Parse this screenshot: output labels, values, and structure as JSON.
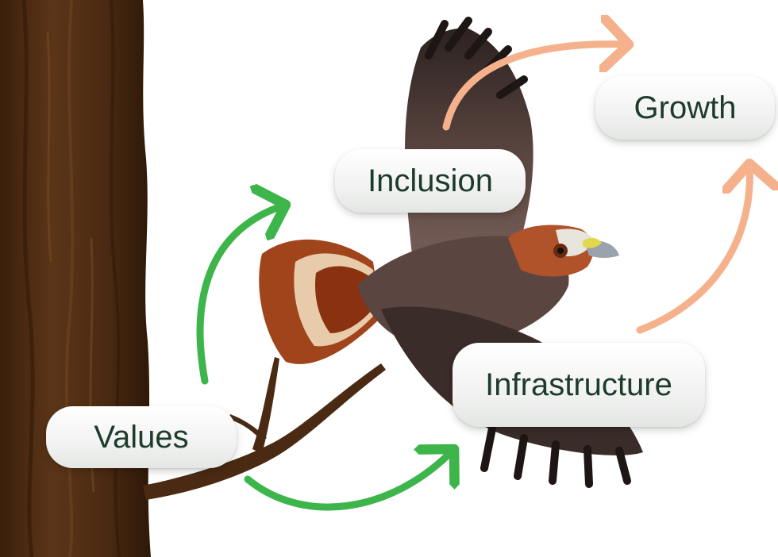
{
  "diagram": {
    "nodes": [
      {
        "id": "values",
        "label": "Values"
      },
      {
        "id": "inclusion",
        "label": "Inclusion"
      },
      {
        "id": "infrastructure",
        "label": "Infrastructure"
      },
      {
        "id": "growth",
        "label": "Growth"
      }
    ],
    "edges": [
      {
        "from": "values",
        "to": "inclusion",
        "color": "#3db54a"
      },
      {
        "from": "values",
        "to": "infrastructure",
        "color": "#3db54a"
      },
      {
        "from": "inclusion",
        "to": "growth",
        "color": "#f5b18c"
      },
      {
        "from": "infrastructure",
        "to": "growth",
        "color": "#f5b18c"
      }
    ]
  },
  "colors": {
    "node_text": "#1d3b2a",
    "tree_bark": "#4a2a12",
    "hawk_body": "#5a4540",
    "hawk_tail": "#a0441c"
  }
}
